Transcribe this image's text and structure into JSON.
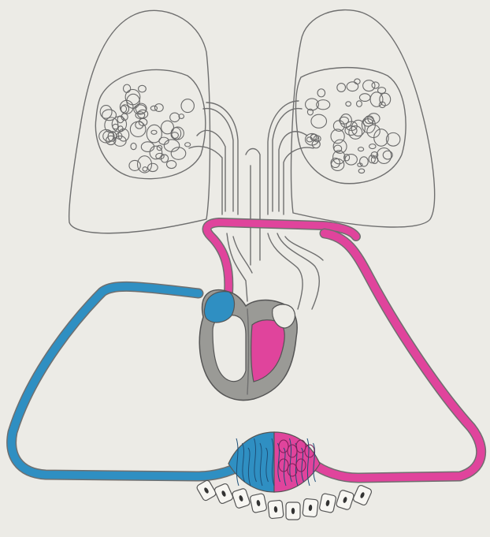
{
  "colors": {
    "background": "#ecebe6",
    "outline": "#6f6f6f",
    "deoxygenated": "#2f8fc2",
    "oxygenated": "#e0449c",
    "heart_wall": "#9a9a96"
  },
  "parts": [
    "left-lung",
    "right-lung",
    "heart",
    "systemic-capillary-bed",
    "tissue-cells"
  ]
}
